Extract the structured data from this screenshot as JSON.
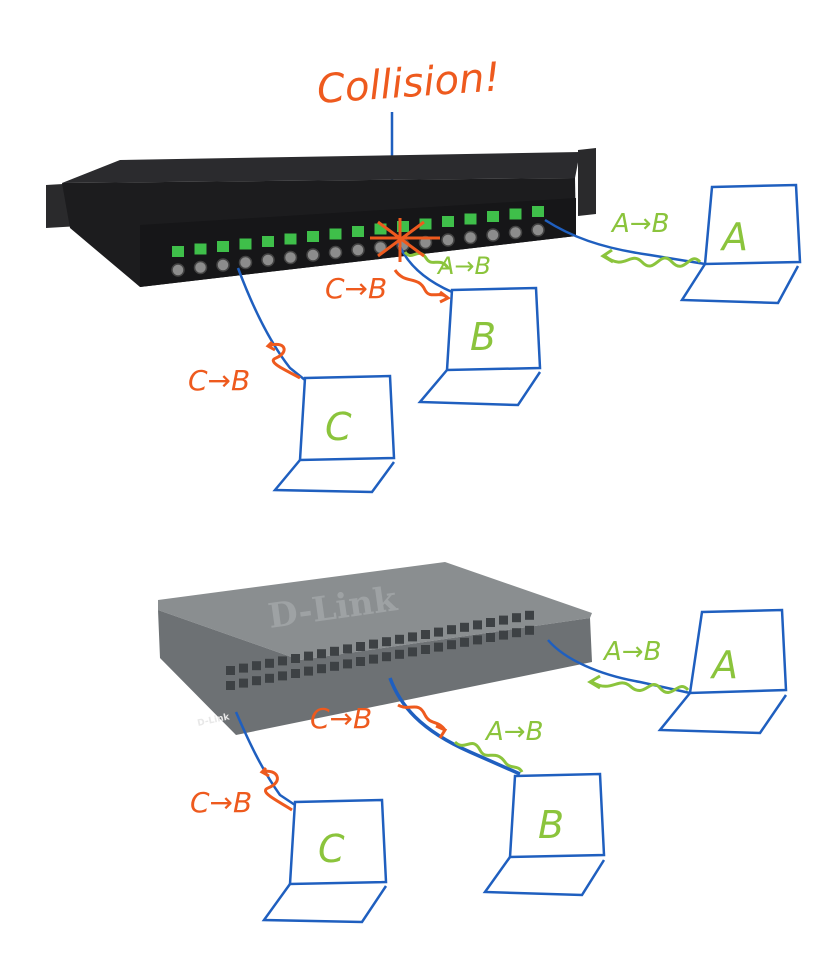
{
  "colors": {
    "orange": "#ee5a1e",
    "green": "#8bc43c",
    "blue": "#1f5fbf",
    "hub_body": "#1c1c1e",
    "hub_port_green": "#3fbf4a",
    "switch_body": "#7a7e80",
    "switch_port": "#3d4144"
  },
  "top_scene": {
    "device": "hub",
    "collision_label": "Collision!",
    "computers": {
      "a": "A",
      "b": "B",
      "c": "C"
    },
    "msg_a_to_b_near_a": "A→B",
    "msg_a_to_b_near_b": "A→B",
    "msg_c_to_b_near_hub": "C→B",
    "msg_c_to_b_near_c": "C→B"
  },
  "bottom_scene": {
    "device": "switch",
    "brand": "D-Link",
    "computers": {
      "a": "A",
      "b": "B",
      "c": "C"
    },
    "msg_a_to_b_near_a": "A→B",
    "msg_a_to_b_near_b": "A→B",
    "msg_c_to_b_near_switch": "C→B",
    "msg_c_to_b_near_c": "C→B"
  }
}
